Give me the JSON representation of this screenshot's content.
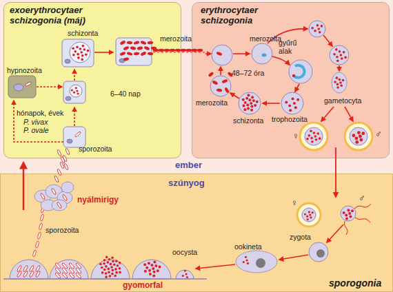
{
  "diagram": {
    "nodes": [
      {
        "text": [
          "ember"
        ]
      },
      {
        "text": [
          "exoerythrocytaer schizogonia (máj)"
        ],
        "in": 0
      },
      {
        "text": [
          "erythrocytaer schizogonia"
        ],
        "in": 0
      },
      {
        "text": [
          "szúnyog",
          "sporogonia"
        ]
      }
    ],
    "labels": [
      "merozoita",
      "schizonta",
      "hypnozoita",
      "hónapok, évek",
      "P. vivax",
      "P. ovale",
      "6–40 nap",
      "sporozoita",
      "merozoita",
      "gyűrű alak",
      "48–72 óra",
      "trophozoita",
      "schizonta",
      "merozoita",
      "gametocyta",
      "♀",
      "♂",
      "nyálmirigy",
      "♀",
      "♂",
      "zygota",
      "ookineta",
      "oocysta",
      "sporozoita",
      "gyomorfal"
    ]
  }
}
